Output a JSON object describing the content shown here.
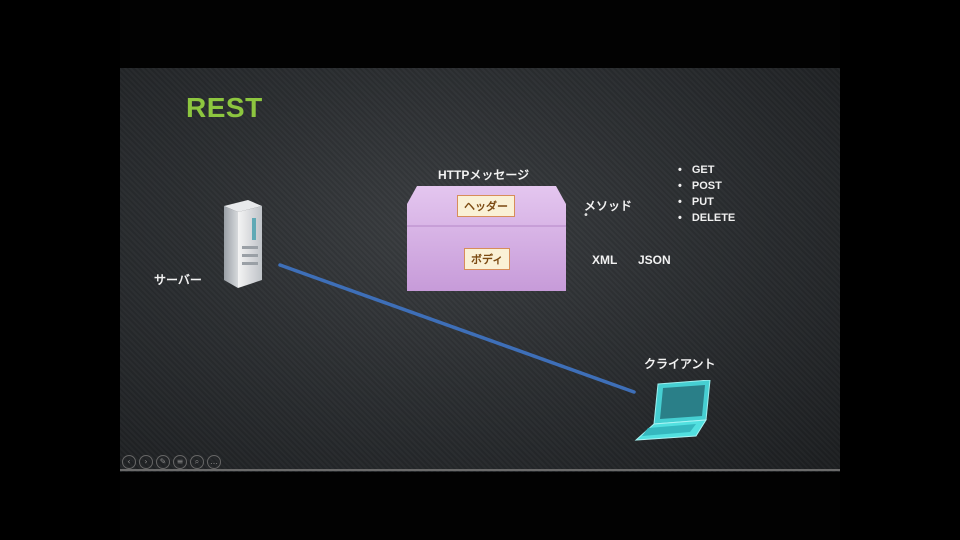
{
  "slide": {
    "title": "REST",
    "server_label": "サーバー",
    "client_label": "クライアント",
    "http_message_label": "HTTPメッセージ",
    "header_label": "ヘッダー",
    "body_label": "ボディ",
    "method_label": "メソッド",
    "methods": [
      "GET",
      "POST",
      "PUT",
      "DELETE"
    ],
    "formats": [
      "XML",
      "JSON"
    ]
  },
  "colors": {
    "title": "#8dc63f",
    "connector": "#3e6fb8",
    "message_fill": "#d9b3e8",
    "laptop": "#4fd8d8"
  },
  "controls": [
    "prev-icon",
    "next-icon",
    "pen-icon",
    "menu-icon",
    "zoom-icon",
    "more-icon"
  ]
}
